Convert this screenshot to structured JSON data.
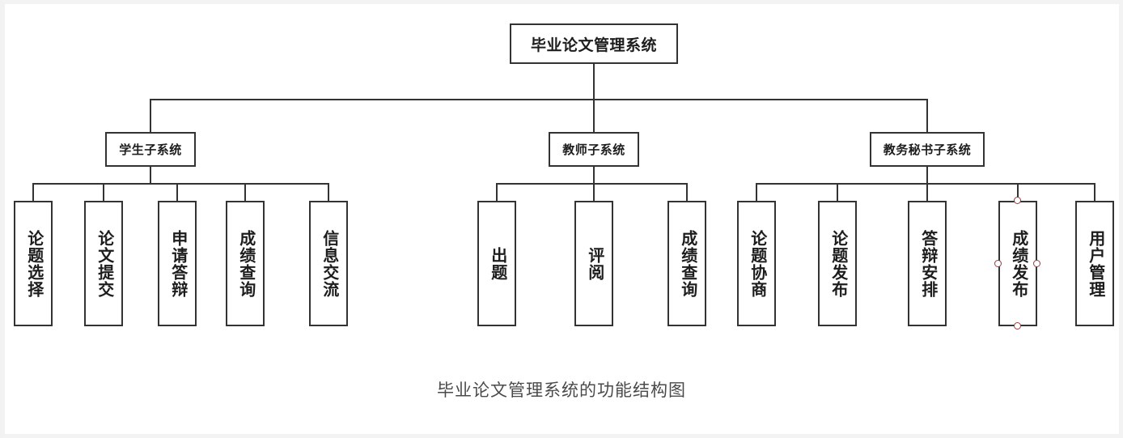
{
  "diagram": {
    "title": "毕业论文管理系统的功能结构图",
    "type": "tree",
    "colors": {
      "background": "#ffffff",
      "canvas_edge": "#f2f2f2",
      "node_border": "#333333",
      "node_fill": "#ffffff",
      "node_text": "#1d1d1d",
      "connector": "#333333",
      "handle_stroke": "#9e3b3b",
      "handle_fill": "#ffffff",
      "caption_text": "#4a4a4a"
    },
    "root": {
      "label": "毕业论文管理系统"
    },
    "subsystems": [
      {
        "label": "学生子系统",
        "functions": [
          {
            "label": "论题选择"
          },
          {
            "label": "论文提交"
          },
          {
            "label": "申请答辩"
          },
          {
            "label": "成绩查询"
          },
          {
            "label": "信息交流"
          }
        ]
      },
      {
        "label": "教师子系统",
        "functions": [
          {
            "label": "出题"
          },
          {
            "label": "评阅"
          },
          {
            "label": "成绩查询"
          }
        ]
      },
      {
        "label": "教务秘书子系统",
        "functions": [
          {
            "label": "论题协商"
          },
          {
            "label": "论题发布"
          },
          {
            "label": "答辩安排"
          },
          {
            "label": "成绩发布",
            "selected": true
          },
          {
            "label": "用户管理"
          }
        ]
      }
    ],
    "selection": {
      "selected_node": "成绩发布",
      "handles": [
        "top",
        "right",
        "bottom",
        "left"
      ]
    },
    "caption": "毕业论文管理系统的功能结构图"
  }
}
